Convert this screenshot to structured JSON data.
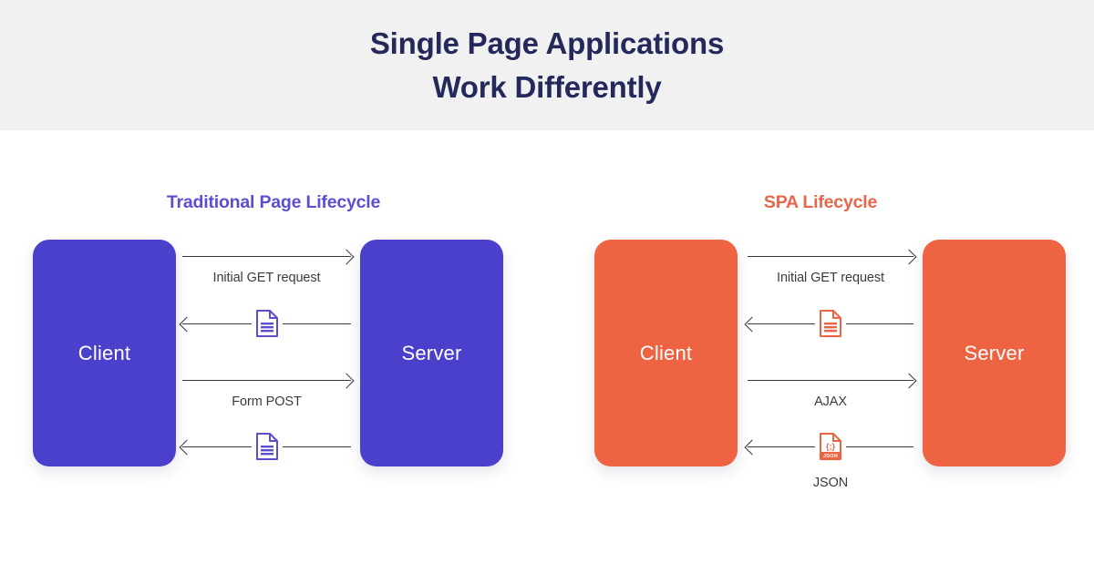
{
  "header": {
    "title_line1": "Single Page Applications",
    "title_line2": "Work Differently",
    "background": "#f1f1f1",
    "title_color": "#24295c"
  },
  "panels": [
    {
      "id": "traditional",
      "title": "Traditional Page Lifecycle",
      "accent": "#4b40cc",
      "title_color": "#5b4ed1",
      "client_label": "Client",
      "server_label": "Server",
      "flows": [
        {
          "direction": "right",
          "label": "Initial GET request",
          "icon": ""
        },
        {
          "direction": "left",
          "label": "",
          "icon": "document-icon"
        },
        {
          "direction": "right",
          "label": "Form POST",
          "icon": ""
        },
        {
          "direction": "left",
          "label": "",
          "icon": "document-icon"
        }
      ]
    },
    {
      "id": "spa",
      "title": "SPA Lifecycle",
      "accent": "#ee6342",
      "title_color": "#e8664a",
      "client_label": "Client",
      "server_label": "Server",
      "flows": [
        {
          "direction": "right",
          "label": "Initial GET request",
          "icon": ""
        },
        {
          "direction": "left",
          "label": "",
          "icon": "document-icon"
        },
        {
          "direction": "right",
          "label": "AJAX",
          "icon": ""
        },
        {
          "direction": "left",
          "label": "JSON",
          "icon": "json-file-icon"
        }
      ]
    }
  ]
}
